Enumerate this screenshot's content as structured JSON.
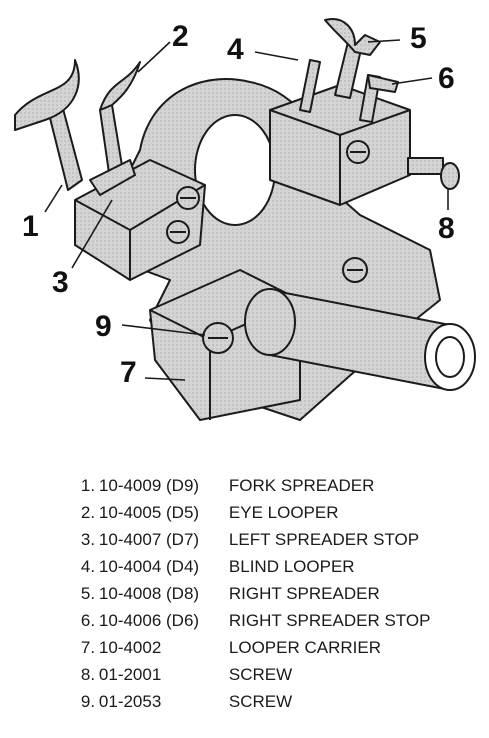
{
  "callouts": {
    "c1": "1",
    "c2": "2",
    "c3": "3",
    "c4": "4",
    "c5": "5",
    "c6": "6",
    "c7": "7",
    "c8": "8",
    "c9": "9"
  },
  "legend": [
    {
      "num": "1.",
      "code": "10-4009 (D9)",
      "desc": "FORK SPREADER"
    },
    {
      "num": "2.",
      "code": "10-4005 (D5)",
      "desc": "EYE LOOPER"
    },
    {
      "num": "3.",
      "code": "10-4007 (D7)",
      "desc": "LEFT SPREADER STOP"
    },
    {
      "num": "4.",
      "code": "10-4004 (D4)",
      "desc": "BLIND LOOPER"
    },
    {
      "num": "5.",
      "code": "10-4008 (D8)",
      "desc": "RIGHT SPREADER"
    },
    {
      "num": "6.",
      "code": "10-4006 (D6)",
      "desc": "RIGHT SPREADER STOP"
    },
    {
      "num": "7.",
      "code": "10-4002",
      "desc": "LOOPER CARRIER"
    },
    {
      "num": "8.",
      "code": "01-2001",
      "desc": "SCREW"
    },
    {
      "num": "9.",
      "code": "01-2053",
      "desc": "SCREW"
    }
  ]
}
